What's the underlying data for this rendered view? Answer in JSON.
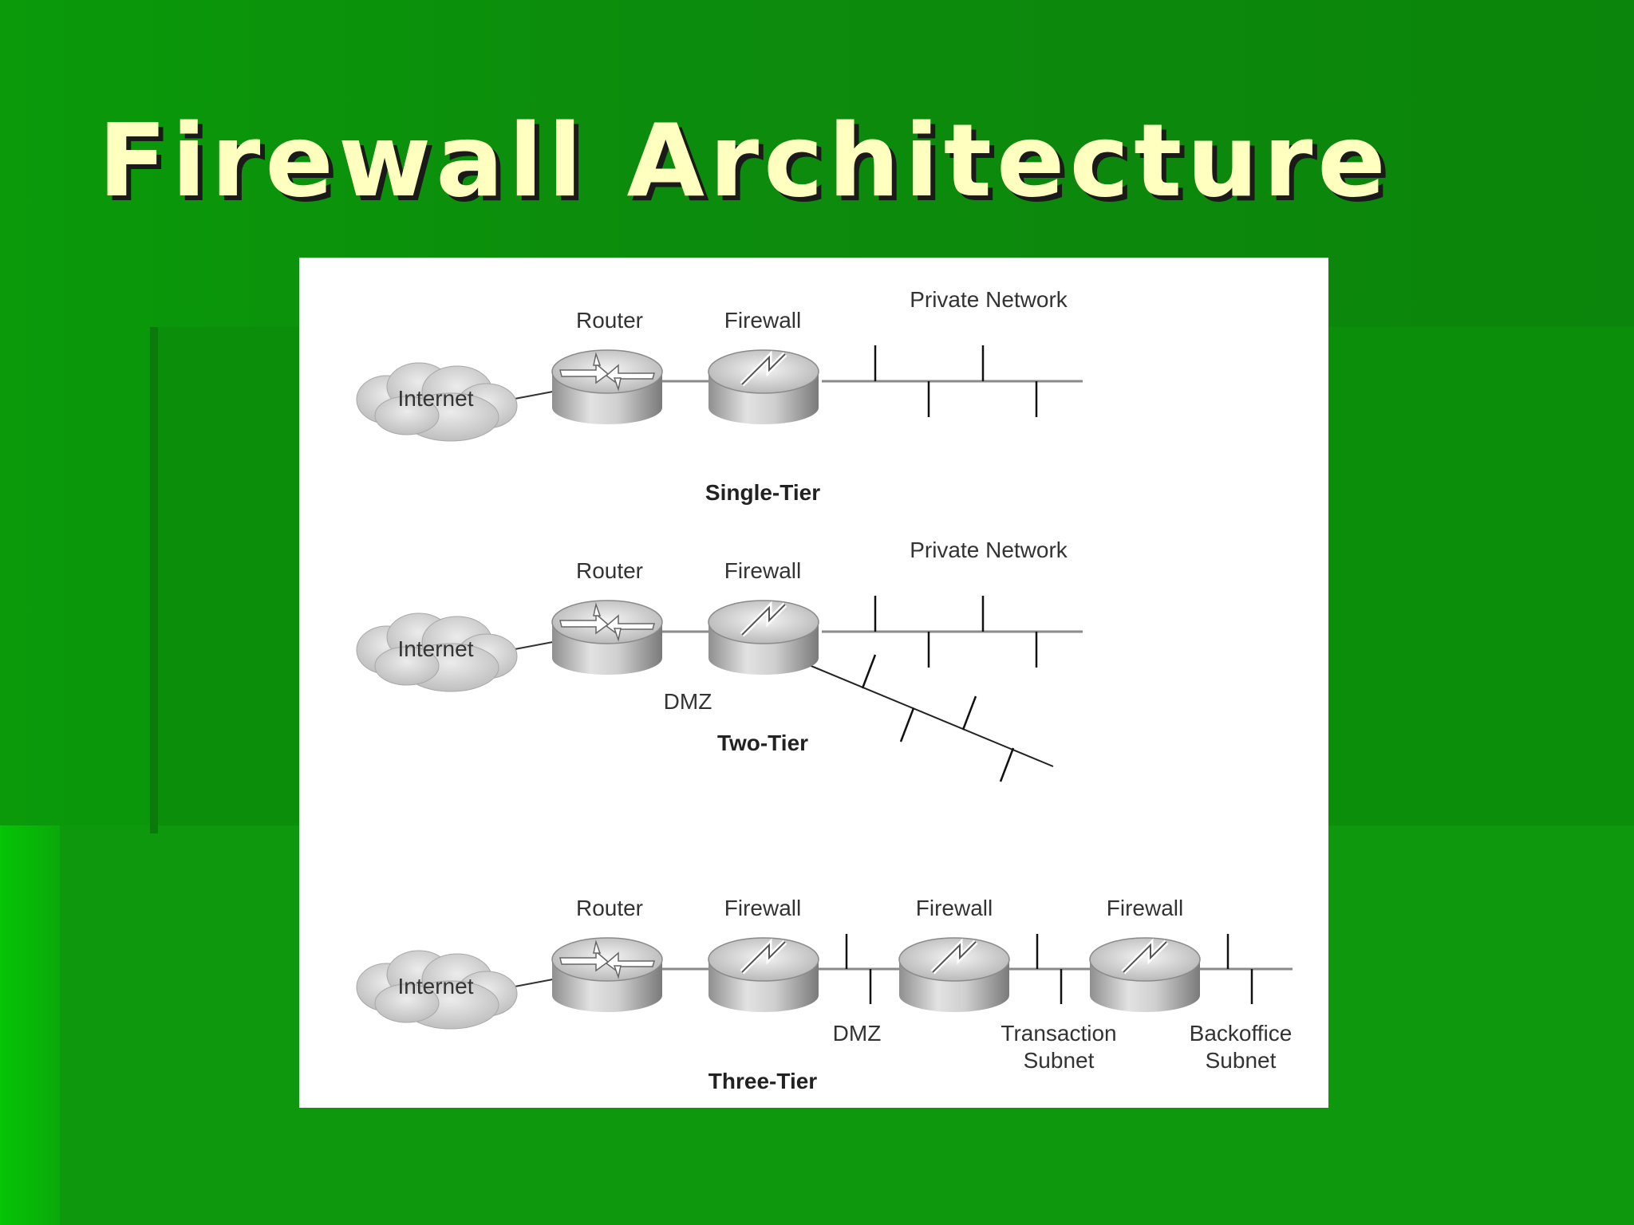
{
  "slide": {
    "title": "Firewall Architecture"
  },
  "diagram": {
    "single_tier": {
      "caption": "Single-Tier",
      "internet": "Internet",
      "router": "Router",
      "firewall": "Firewall",
      "private_network": "Private Network"
    },
    "two_tier": {
      "caption": "Two-Tier",
      "internet": "Internet",
      "router": "Router",
      "firewall": "Firewall",
      "private_network": "Private Network",
      "dmz": "DMZ"
    },
    "three_tier": {
      "caption": "Three-Tier",
      "internet": "Internet",
      "router": "Router",
      "firewall_1": "Firewall",
      "firewall_2": "Firewall",
      "firewall_3": "Firewall",
      "dmz": "DMZ",
      "transaction_line1": "Transaction",
      "transaction_line2": "Subnet",
      "backoffice_line1": "Backoffice",
      "backoffice_line2": "Subnet"
    }
  }
}
